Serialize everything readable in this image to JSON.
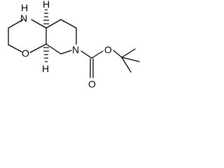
{
  "molecule": {
    "atom_labels": {
      "amine_n": "N",
      "amine_h": "H",
      "ring_o": "O",
      "carbamate_n": "N",
      "ester_o": "O",
      "carbonyl_o": "O"
    },
    "stereo_labels": {
      "upper_h": "H",
      "lower_h": "H"
    }
  }
}
